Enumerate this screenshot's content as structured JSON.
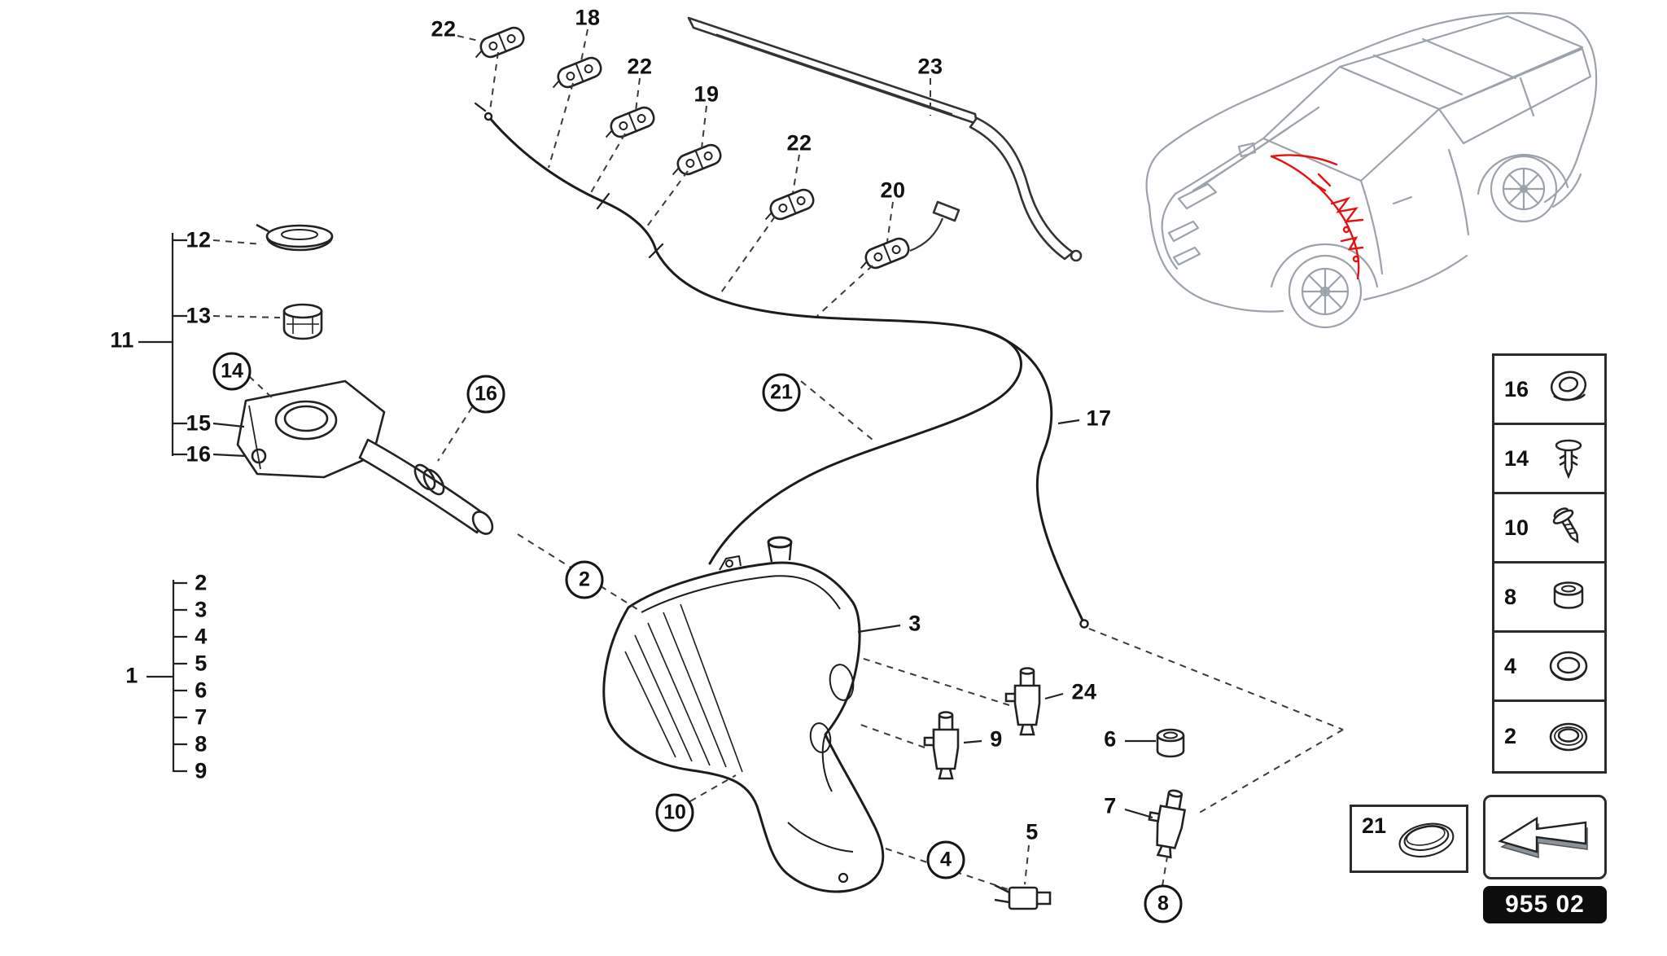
{
  "callouts": {
    "clip_22_a": "22",
    "clip_18": "18",
    "clip_22_b": "22",
    "clip_19": "19",
    "clip_22_c": "22",
    "clip_20": "20",
    "wiper_arm_23": "23",
    "cap_12": "12",
    "strainer_13": "13",
    "assembly_11": "11",
    "bracket_15": "15",
    "clamp_16": "16",
    "group_1": "1",
    "item_2": "2",
    "item_3": "3",
    "item_4": "4",
    "item_5": "5",
    "item_6": "6",
    "item_7": "7",
    "item_8": "8",
    "item_9": "9",
    "tank_3": "3",
    "pump_9": "9",
    "pump_24": "24",
    "grommet_6": "6",
    "pump_7": "7",
    "sensor_5": "5",
    "hose_17": "17",
    "circled_14": "14",
    "circled_16": "16",
    "circled_2": "2",
    "circled_21": "21",
    "circled_10": "10",
    "circled_4": "4",
    "circled_8": "8"
  },
  "legend": {
    "items": [
      {
        "number": "16",
        "icon": "grommet-icon"
      },
      {
        "number": "14",
        "icon": "push-rivet-icon"
      },
      {
        "number": "10",
        "icon": "screw-icon"
      },
      {
        "number": "8",
        "icon": "grommet-icon"
      },
      {
        "number": "4",
        "icon": "seal-ring-icon"
      },
      {
        "number": "2",
        "icon": "seal-ring-icon"
      }
    ]
  },
  "footer": {
    "seal_ref": "21",
    "page_code": "955 02"
  },
  "colors": {
    "highlight_red": "#e41313",
    "line_black": "#1c1c1e",
    "car_gray": "#9aa2ab"
  }
}
